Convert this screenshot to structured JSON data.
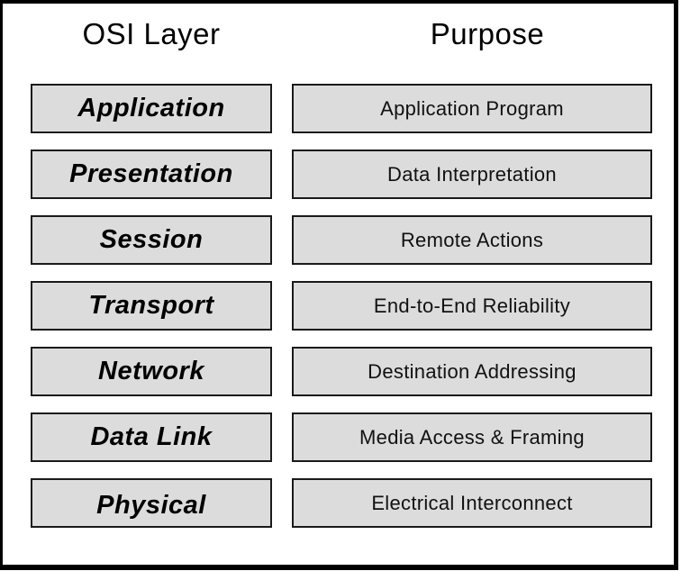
{
  "diagram": {
    "title_row": {
      "layer_header": "OSI Layer",
      "purpose_header": "Purpose"
    },
    "rows": [
      {
        "layer": "Application",
        "purpose": "Application Program"
      },
      {
        "layer": "Presentation",
        "purpose": "Data Interpretation"
      },
      {
        "layer": "Session",
        "purpose": "Remote Actions"
      },
      {
        "layer": "Transport",
        "purpose": "End-to-End Reliability"
      },
      {
        "layer": "Network",
        "purpose": "Destination Addressing"
      },
      {
        "layer": "Data Link",
        "purpose": "Media Access & Framing"
      },
      {
        "layer": "Physical",
        "purpose": "Electrical Interconnect"
      }
    ],
    "colors": {
      "background": "#ffffff",
      "frame_border": "#000000",
      "box_fill": "#dcdcdc",
      "box_border": "#1a1a1a",
      "text": "#000000"
    }
  }
}
